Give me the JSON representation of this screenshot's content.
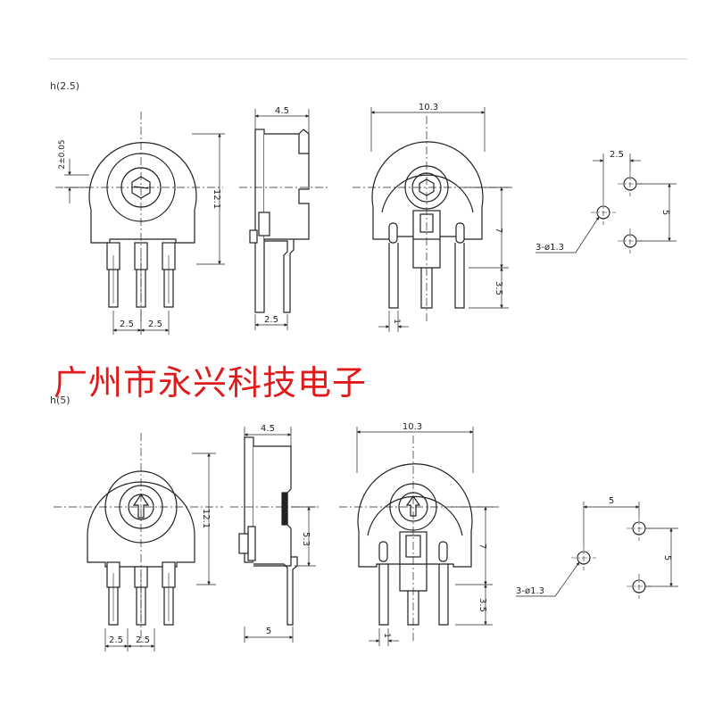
{
  "top_label": "h(2.5)",
  "bottom_label": "h(5)",
  "banner": "广州市永兴科技电子",
  "colors": {
    "line": "#222222",
    "banner": "#e01a1a",
    "rule": "#cccccc"
  },
  "top": {
    "front_height": "12.1",
    "front_offset": "2±0.05",
    "front_pitch": [
      "2.5",
      "2.5"
    ],
    "side_width": "4.5",
    "side_foot": "2.5",
    "back_width": "10.3",
    "back_pin_height": "7",
    "back_lead": "3.5",
    "back_pin_width": "1",
    "pcb_pitch_x": "2.5",
    "pcb_pitch_y": "5",
    "pcb_holes": "3-ø1.3"
  },
  "bottom": {
    "front_height": "12.1",
    "front_pitch": [
      "2.5",
      "2.5"
    ],
    "side_width": "4.5",
    "side_height": "5.3",
    "side_foot": "5",
    "back_width": "10.3",
    "back_pin_height": "7",
    "back_lead": "3.5",
    "back_pin_width": "1",
    "pcb_pitch_x": "5",
    "pcb_pitch_y": "5",
    "pcb_holes": "3-ø1.3"
  }
}
